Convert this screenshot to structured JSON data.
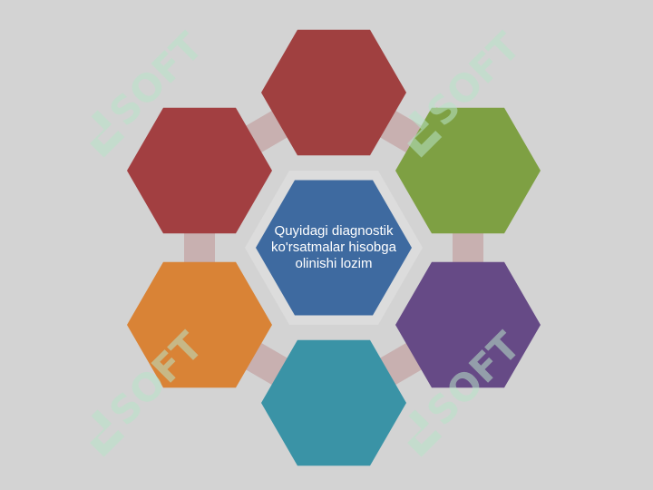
{
  "center": {
    "text": "Quyidagi diagnostik ko'rsatmalar hisobga olinishi lozim",
    "color": "#3e6aa0"
  },
  "hexagons": [
    {
      "name": "hexagon-top",
      "color": "#a04040"
    },
    {
      "name": "hexagon-upper-left",
      "color": "#a23f41"
    },
    {
      "name": "hexagon-upper-right",
      "color": "#7ea043"
    },
    {
      "name": "hexagon-lower-left",
      "color": "#d98336"
    },
    {
      "name": "hexagon-lower-right",
      "color": "#664a86"
    },
    {
      "name": "hexagon-bottom",
      "color": "#3a93a6"
    }
  ],
  "connector_color": "#c8b0b0",
  "watermark": {
    "text": "SOFT",
    "color": "#b9e3c9"
  }
}
